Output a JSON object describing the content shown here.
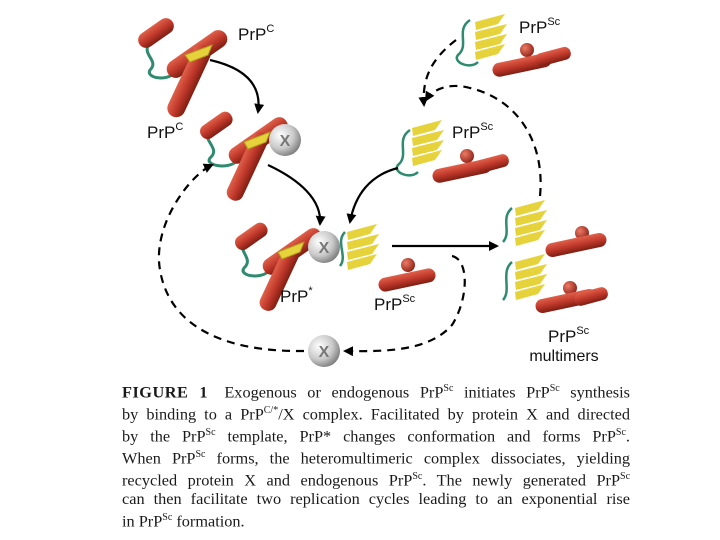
{
  "labels": {
    "prpc_top": [
      "PrP",
      "C"
    ],
    "prpc_mid": [
      "PrP",
      "C"
    ],
    "prpsc_top": [
      "PrP",
      "Sc"
    ],
    "prpsc_mid": [
      "PrP",
      "Sc"
    ],
    "prp_star": [
      "PrP",
      "*"
    ],
    "prpsc_bottom": [
      "PrP",
      "Sc"
    ],
    "prpsc_multimers": [
      "PrP",
      "Sc"
    ],
    "multimers_word": "multimers",
    "protein_x": "X"
  },
  "caption": {
    "heading": "FIGURE 1",
    "lines": [
      [
        [
          "t",
          "Exogenous or endogenous PrP"
        ],
        [
          "s",
          "Sc"
        ],
        [
          "t",
          " initiates PrP"
        ],
        [
          "s",
          "Sc"
        ],
        [
          "t",
          " synthesis"
        ]
      ],
      [
        [
          "t",
          "by binding to a PrP"
        ],
        [
          "s",
          "C/*"
        ],
        [
          "t",
          "/X complex. Facilitated by protein X and directed"
        ]
      ],
      [
        [
          "t",
          "by the PrP"
        ],
        [
          "s",
          "Sc"
        ],
        [
          "t",
          " template, PrP* changes conformation and forms PrP"
        ],
        [
          "s",
          "Sc"
        ],
        [
          "t",
          "."
        ]
      ],
      [
        [
          "t",
          "When PrP"
        ],
        [
          "s",
          "Sc"
        ],
        [
          "t",
          " forms, the heteromultimeric complex dissociates, yielding"
        ]
      ],
      [
        [
          "t",
          "recycled protein X and endogenous PrP"
        ],
        [
          "s",
          "Sc"
        ],
        [
          "t",
          ". The newly generated PrP"
        ],
        [
          "s",
          "Sc"
        ]
      ],
      [
        [
          "t",
          "can then facilitate two replication cycles leading to an exponential rise"
        ]
      ],
      [
        [
          "t",
          "in PrP"
        ],
        [
          "s",
          "Sc"
        ],
        [
          "t",
          " formation."
        ]
      ]
    ]
  },
  "colors": {
    "helix": "#c0392b",
    "helix_dark": "#8e2418",
    "sheet": "#e6d23a",
    "loop": "#2e8b6e",
    "x_sphere": "#c8c8c8",
    "arrow": "#000000"
  }
}
